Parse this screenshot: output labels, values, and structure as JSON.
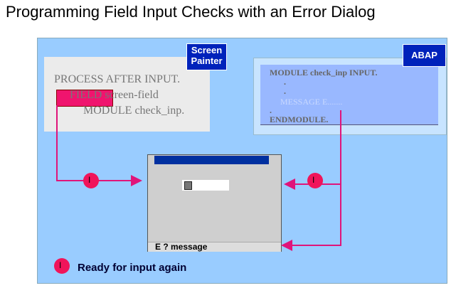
{
  "title": "Programming Field Input Checks with an Error Dialog",
  "screen_painter": {
    "tag_line1": "Screen",
    "tag_line2": "Painter",
    "line1": "PROCESS AFTER INPUT.",
    "field_kw": "FIELD",
    "field_rest": " screen-field",
    "line3": "MODULE check_inp."
  },
  "abap": {
    "tag": "ABAP",
    "line1": "MODULE check_inp INPUT.",
    "dot1": ".",
    "dot2": ".",
    "message": "MESSAGE E.......",
    "dot3": ".",
    "end": "ENDMODULE."
  },
  "screen": {
    "status_message": "E ? message"
  },
  "marker": "I",
  "legend": "Ready for input again",
  "colors": {
    "accent": "#e0147a",
    "tag": "#0022bb",
    "panel": "#99ccff"
  }
}
